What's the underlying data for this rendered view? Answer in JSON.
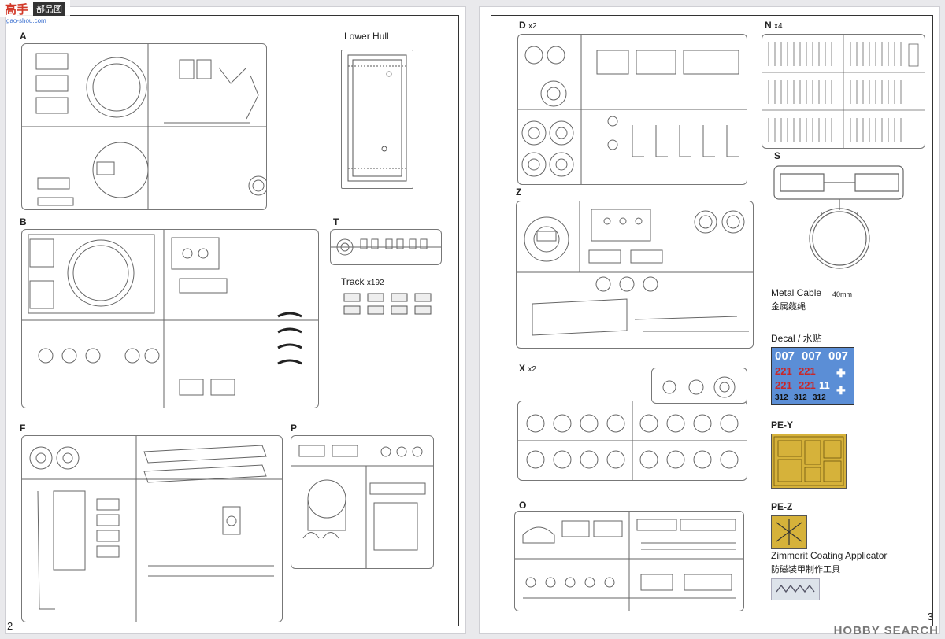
{
  "header": {
    "logo_text": "高手",
    "logo_box": "部品图",
    "logo_url": "gao-shou.com"
  },
  "watermark": "HOBBY SEARCH",
  "left_page": {
    "page_number": "2",
    "labels": {
      "A": "A",
      "lower_hull": "Lower Hull",
      "B": "B",
      "T": "T",
      "track": "Track",
      "track_mult": "x192",
      "F": "F",
      "P": "P"
    }
  },
  "right_page": {
    "page_number": "3",
    "labels": {
      "D": "D",
      "D_mult": "x2",
      "N": "N",
      "N_mult": "x4",
      "S": "S",
      "Z": "Z",
      "X": "X",
      "X_mult": "x2",
      "O": "O"
    },
    "metal_cable": {
      "title": "Metal Cable",
      "dimension": "40mm",
      "cn": "金属缆绳"
    },
    "decal": {
      "title": "Decal / 水贴",
      "numbers": [
        "007",
        "007",
        "007",
        "221",
        "221",
        "221",
        "221",
        "11",
        "312",
        "312",
        "312"
      ],
      "bg_color": "#5b8ed6",
      "num_color_white": "#ffffff",
      "num_color_red": "#c8282a"
    },
    "pe_y": {
      "title": "PE-Y",
      "color": "#d6b23a"
    },
    "pe_z": {
      "title": "PE-Z",
      "color": "#d6b23a"
    },
    "zimmerit": {
      "title": "Zimmerit Coating Applicator",
      "cn": "防磁装甲制作工具"
    }
  }
}
